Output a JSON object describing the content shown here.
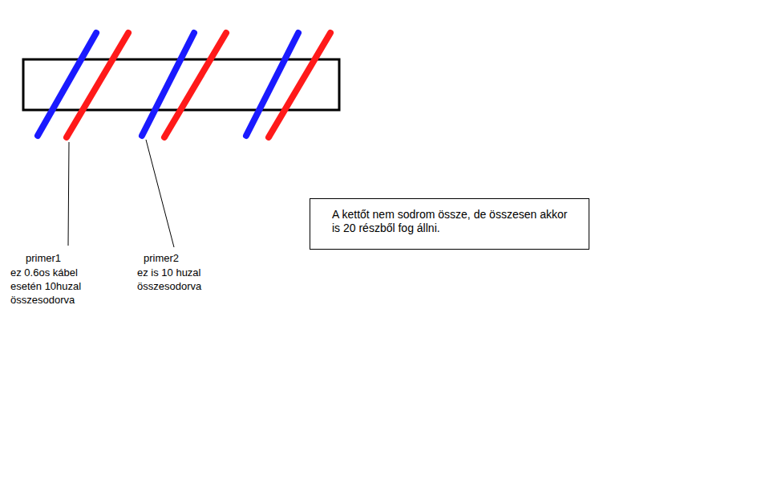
{
  "diagram": {
    "nodes": [
      {
        "text": [
          "A kettőt nem sodrom össze, de összesen akkor is 20 részből fog állni."
        ]
      }
    ],
    "labels": [
      "primer1",
      "ez 0.6os kábel esetén 10huzal összesodorva",
      "primer2",
      "ez is 10 huzal összesodorva"
    ]
  }
}
